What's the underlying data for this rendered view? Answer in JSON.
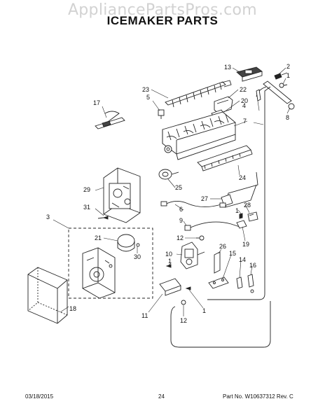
{
  "watermark": "AppliancePartsPros.com",
  "title": "ICEMAKER PARTS",
  "callouts": {
    "c1a": "1",
    "c1b": "1",
    "c1c": "1",
    "c1d": "1",
    "c2": "2",
    "c3": "3",
    "c4": "4",
    "c5": "5",
    "c6": "6",
    "c7": "7",
    "c8": "8",
    "c9": "9",
    "c10": "10",
    "c11": "11",
    "c12a": "12",
    "c12b": "12",
    "c13": "13",
    "c14": "14",
    "c15": "15",
    "c16": "16",
    "c17": "17",
    "c18": "18",
    "c19": "19",
    "c20": "20",
    "c21": "21",
    "c22": "22",
    "c23": "23",
    "c24": "24",
    "c25": "25",
    "c26": "26",
    "c27": "27",
    "c28": "28",
    "c29": "29",
    "c30": "30",
    "c31": "31"
  },
  "footer": {
    "date": "03/18/2015",
    "page": "24",
    "part_no": "Part No. W10637312  Rev. C"
  }
}
